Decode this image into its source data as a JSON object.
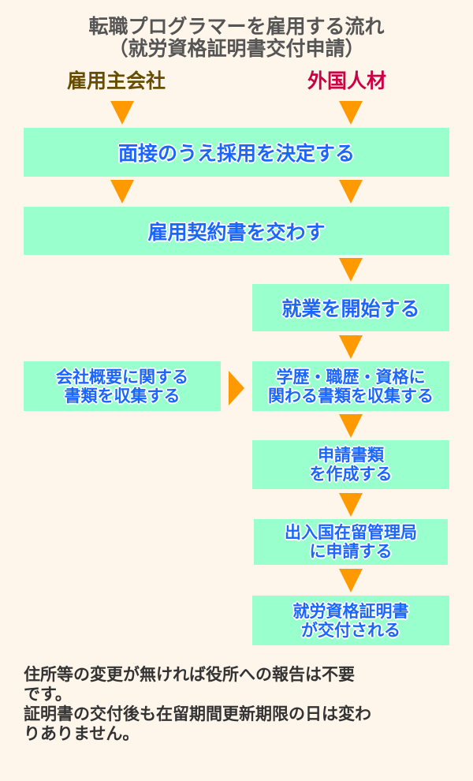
{
  "title": {
    "line1": "転職プログラマーを雇用する流れ",
    "line2": "（就労資格証明書交付申請）"
  },
  "columns": {
    "employer": "雇用主会社",
    "foreigner": "外国人材",
    "employer_color": "#664d00",
    "foreigner_color": "#cc0044"
  },
  "steps": {
    "decide": "面接のうえ採用を決定する",
    "contract": "雇用契約書を交わす",
    "start": "就業を開始する",
    "company_docs": [
      "会社概要に関する",
      "書類を収集する"
    ],
    "personal_docs": [
      "学歴・職歴・資格に",
      "関わる書類を収集する"
    ],
    "create": [
      "申請書類",
      "を作成する"
    ],
    "apply": [
      "出入国在留管理局",
      "に申請する"
    ],
    "issued": [
      "就労資格証明書",
      "が交付される"
    ]
  },
  "notes": [
    "住所等の変更が無ければ役所への報告は不要",
    "です。",
    "証明書の交付後も在留期間更新期限の日は変わ",
    "りありません。"
  ],
  "colors": {
    "box": "#99ffcc",
    "arrow": "#ff9900",
    "text": "#1a66ff"
  }
}
